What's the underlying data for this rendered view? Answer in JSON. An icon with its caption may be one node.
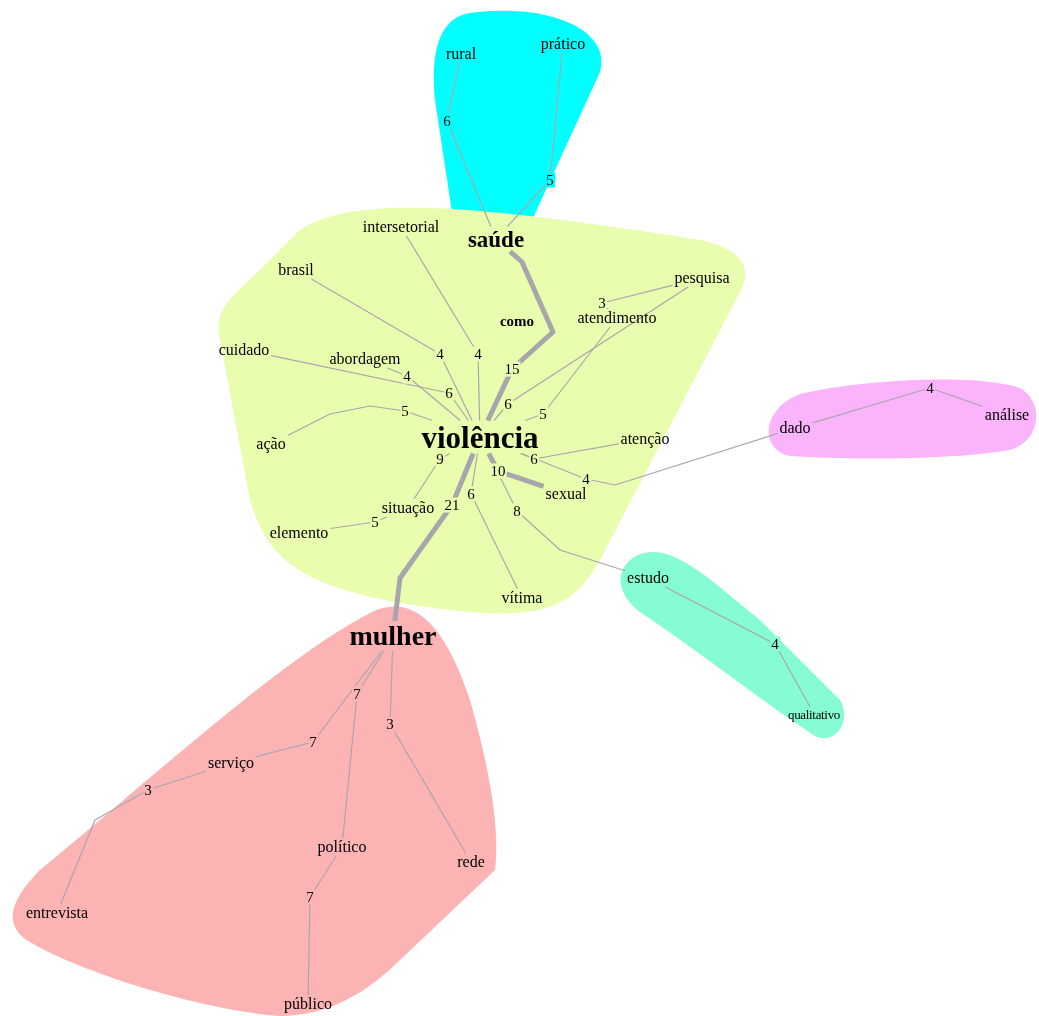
{
  "diagram": {
    "nodes": [
      {
        "text": [],
        "shape": "blob"
      },
      {
        "text": [],
        "shape": "blob"
      },
      {
        "text": [],
        "shape": "blob"
      },
      {
        "text": [],
        "shape": "blob"
      },
      {
        "text": [],
        "shape": "blob"
      },
      {
        "text": [
          "saúde"
        ]
      },
      {
        "text": [
          "rural"
        ],
        "in": 0
      },
      {
        "text": [
          "prático"
        ],
        "in": 0
      },
      {
        "text": [
          "violência"
        ],
        "in": 1
      },
      {
        "text": [
          "intersetorial"
        ],
        "in": 1
      },
      {
        "text": [
          "brasil"
        ],
        "in": 1
      },
      {
        "text": [
          "como"
        ],
        "in": 1
      },
      {
        "text": [
          "pesquisa"
        ],
        "in": 1
      },
      {
        "text": [
          "atendimento"
        ],
        "in": 1
      },
      {
        "text": [
          "cuidado"
        ],
        "in": 1
      },
      {
        "text": [
          "abordagem"
        ],
        "in": 1
      },
      {
        "text": [
          "ação"
        ],
        "in": 1
      },
      {
        "text": [
          "atenção"
        ],
        "in": 1
      },
      {
        "text": [
          "sexual"
        ],
        "in": 1
      },
      {
        "text": [
          "situação"
        ],
        "in": 1
      },
      {
        "text": [
          "elemento"
        ],
        "in": 1
      },
      {
        "text": [
          "vítima"
        ],
        "in": 1
      },
      {
        "text": [
          "dado"
        ],
        "in": 2
      },
      {
        "text": [
          "análise"
        ],
        "in": 2
      },
      {
        "text": [
          "estudo"
        ],
        "in": 3
      },
      {
        "text": [
          "qualitativo"
        ],
        "in": 3
      },
      {
        "text": [
          "mulher"
        ],
        "in": 4
      },
      {
        "text": [
          "serviço"
        ],
        "in": 4
      },
      {
        "text": [
          "político"
        ],
        "in": 4
      },
      {
        "text": [
          "rede"
        ],
        "in": 4
      },
      {
        "text": [
          "entrevista"
        ],
        "in": 4
      },
      {
        "text": [
          "público"
        ],
        "in": 4
      }
    ],
    "edges": [
      {
        "from": 5,
        "to": 6,
        "arrow": "none",
        "label": "6"
      },
      {
        "from": 5,
        "to": 7,
        "arrow": "none",
        "label": "5"
      },
      {
        "from": 8,
        "to": 5,
        "arrow": "none",
        "label": "15",
        "style": "thick"
      },
      {
        "from": 8,
        "to": 9,
        "arrow": "none",
        "label": "4"
      },
      {
        "from": 8,
        "to": 10,
        "arrow": "none",
        "label": "4"
      },
      {
        "from": 8,
        "to": 14,
        "arrow": "none",
        "label": "6"
      },
      {
        "from": 8,
        "to": 15,
        "arrow": "none",
        "label": "4"
      },
      {
        "from": 8,
        "to": 16,
        "arrow": "none",
        "label": "5"
      },
      {
        "from": 12,
        "to": 13,
        "arrow": "none",
        "label": "3"
      },
      {
        "from": 8,
        "to": 12,
        "arrow": "none",
        "label": "6"
      },
      {
        "from": 8,
        "to": 13,
        "arrow": "none",
        "label": "5"
      },
      {
        "from": 8,
        "to": 17,
        "arrow": "none",
        "label": "6"
      },
      {
        "from": 8,
        "to": 22,
        "arrow": "none",
        "label": "4"
      },
      {
        "from": 8,
        "to": 18,
        "arrow": "none",
        "label": "10",
        "style": "thick"
      },
      {
        "from": 8,
        "to": 24,
        "arrow": "none",
        "label": "8"
      },
      {
        "from": 8,
        "to": 21,
        "arrow": "none",
        "label": "6"
      },
      {
        "from": 8,
        "to": 19,
        "arrow": "none",
        "label": "9"
      },
      {
        "from": 8,
        "to": 26,
        "arrow": "none",
        "label": "21",
        "style": "thick"
      },
      {
        "from": 19,
        "to": 20,
        "arrow": "none",
        "label": "5"
      },
      {
        "from": 22,
        "to": 23,
        "arrow": "none",
        "label": "4"
      },
      {
        "from": 24,
        "to": 25,
        "arrow": "none",
        "label": "4"
      },
      {
        "from": 26,
        "to": 27,
        "arrow": "none",
        "label": "7"
      },
      {
        "from": 26,
        "to": 28,
        "arrow": "none",
        "label": "7"
      },
      {
        "from": 26,
        "to": 29,
        "arrow": "none",
        "label": "3"
      },
      {
        "from": 27,
        "to": 30,
        "arrow": "none",
        "label": "3"
      },
      {
        "from": 28,
        "to": 31,
        "arrow": "none",
        "label": "7"
      }
    ]
  }
}
